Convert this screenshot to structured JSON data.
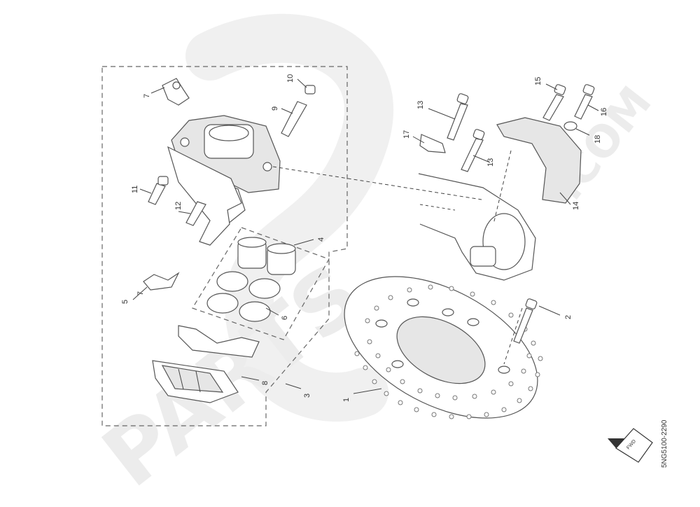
{
  "watermark": {
    "brand": "PARTS",
    "suffix": ".COM"
  },
  "diagram_code": "5NG5100-2290",
  "front_label": "FWD",
  "callouts": [
    "1",
    "2",
    "3",
    "4",
    "5",
    "6",
    "7",
    "7",
    "8",
    "9",
    "10",
    "11",
    "12",
    "13",
    "13",
    "14",
    "15",
    "16",
    "17",
    "18"
  ]
}
